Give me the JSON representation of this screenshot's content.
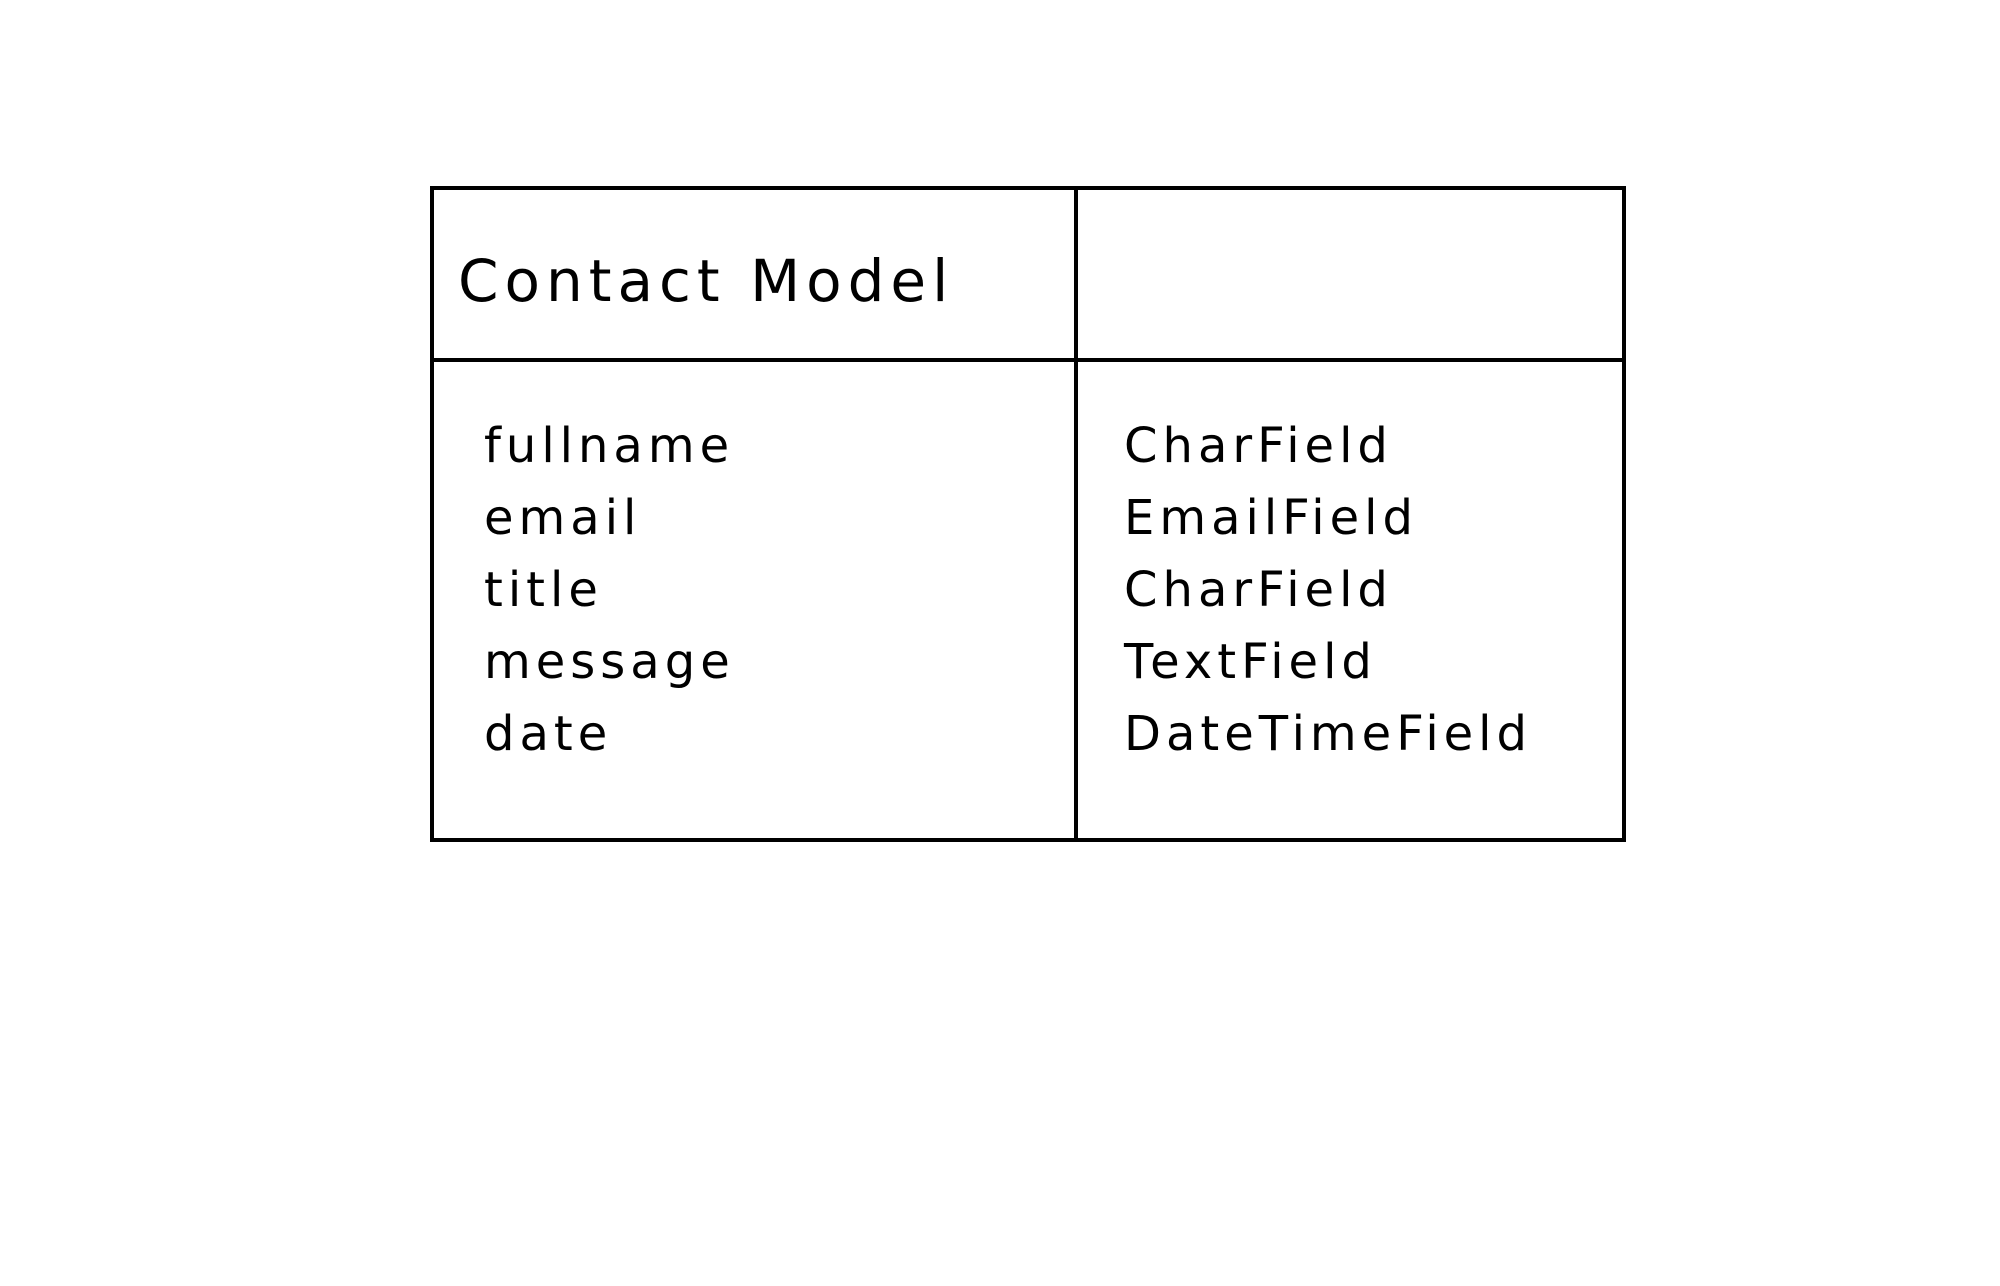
{
  "diagram": {
    "title": "Contact Model",
    "header_right": "",
    "fields": [
      {
        "name": "fullname",
        "type": "CharField"
      },
      {
        "name": "email",
        "type": "EmailField"
      },
      {
        "name": "title",
        "type": "CharField"
      },
      {
        "name": "message",
        "type": "TextField"
      },
      {
        "name": "date",
        "type": "DateTimeField"
      }
    ]
  }
}
